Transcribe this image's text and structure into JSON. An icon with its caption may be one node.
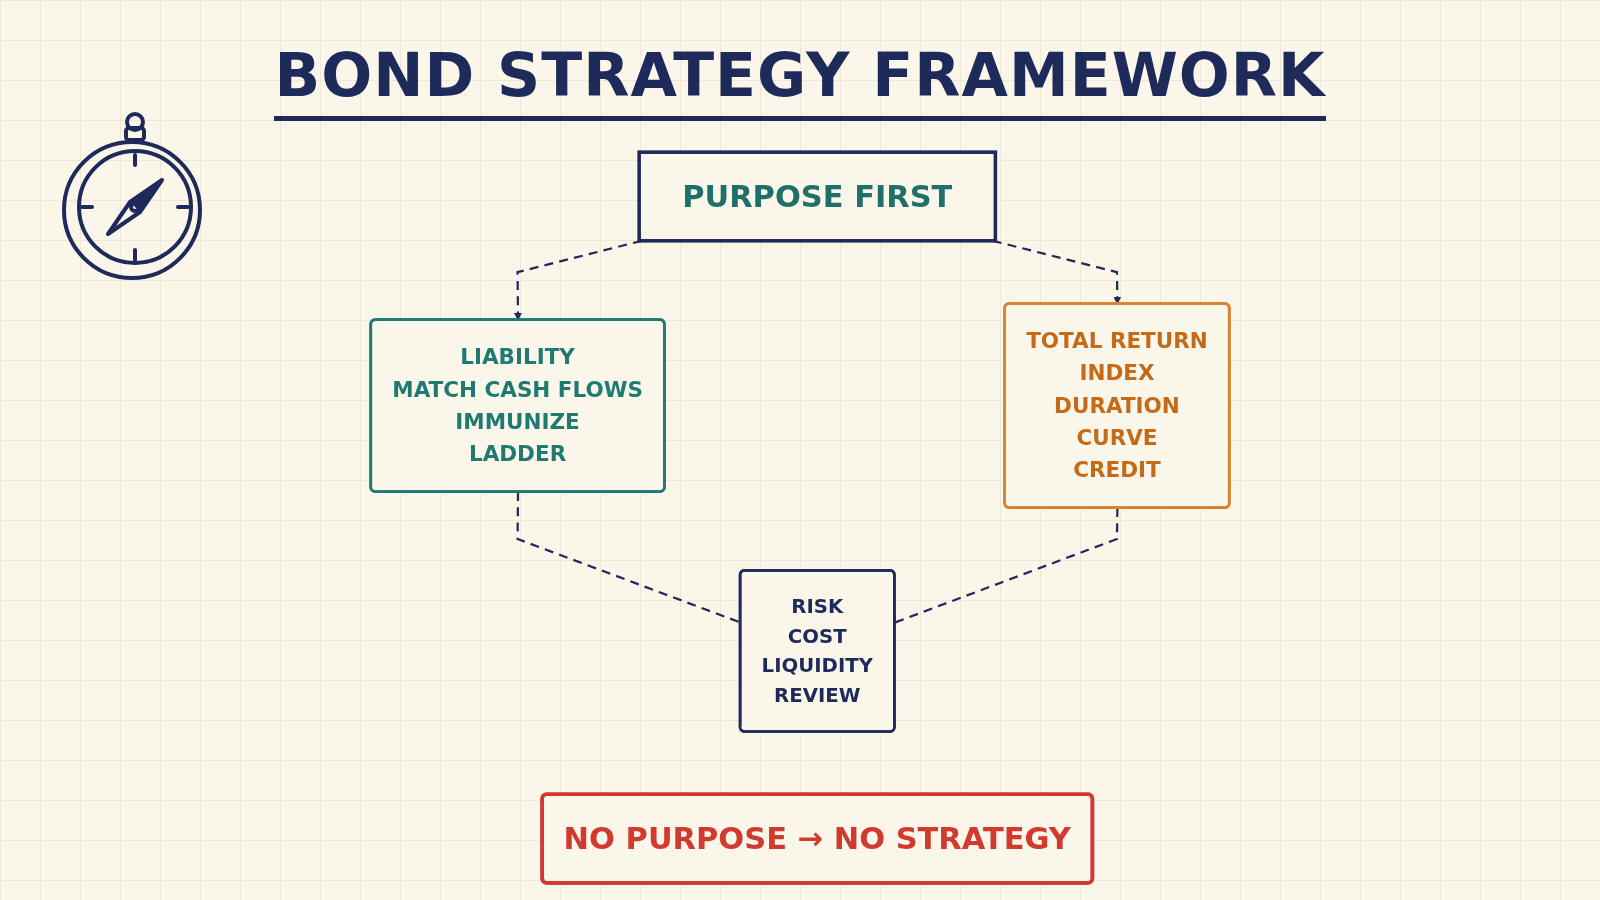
{
  "diagram": {
    "title": "BOND STRATEGY FRAMEWORK",
    "nodes": [
      {
        "text": [
          "PURPOSE FIRST"
        ]
      },
      {
        "text": [
          "LIABILITY",
          "MATCH CASH FLOWS",
          "IMMUNIZE",
          "LADDER"
        ]
      },
      {
        "text": [
          "TOTAL RETURN",
          "INDEX",
          "DURATION",
          "CURVE",
          "CREDIT"
        ]
      },
      {
        "text": [
          "RISK",
          "COST",
          "LIQUIDITY",
          "REVIEW"
        ]
      },
      {
        "text": [
          "NO PURPOSE → NO STRATEGY"
        ]
      }
    ],
    "edges": [
      {
        "from": 0,
        "to": 1,
        "arrow": "to",
        "style": "dashed"
      },
      {
        "from": 0,
        "to": 2,
        "arrow": "to",
        "style": "dashed"
      },
      {
        "from": 1,
        "to": 3,
        "arrow": "none",
        "style": "dashed"
      },
      {
        "from": 2,
        "to": 3,
        "arrow": "none",
        "style": "dashed"
      }
    ]
  }
}
